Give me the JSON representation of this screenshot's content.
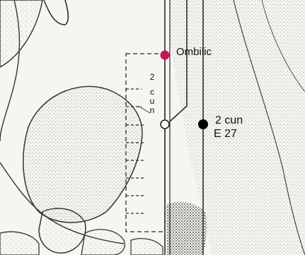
{
  "labels": {
    "navel_point": "Ombilic",
    "point_distance": "2 cun",
    "point_code": "E 27",
    "vertical_measure": [
      "2",
      "c",
      "u",
      "n"
    ]
  },
  "colors": {
    "navel_marker": "#c2185b",
    "point_marker": "#000000",
    "line_ink": "#3a3a3a",
    "skin_stipple": "#555555",
    "paper": "#f7f5f0"
  },
  "icons": {
    "navel_marker": "filled-circle",
    "acupoint_marker": "filled-circle",
    "midline_point": "hollow-circle"
  }
}
